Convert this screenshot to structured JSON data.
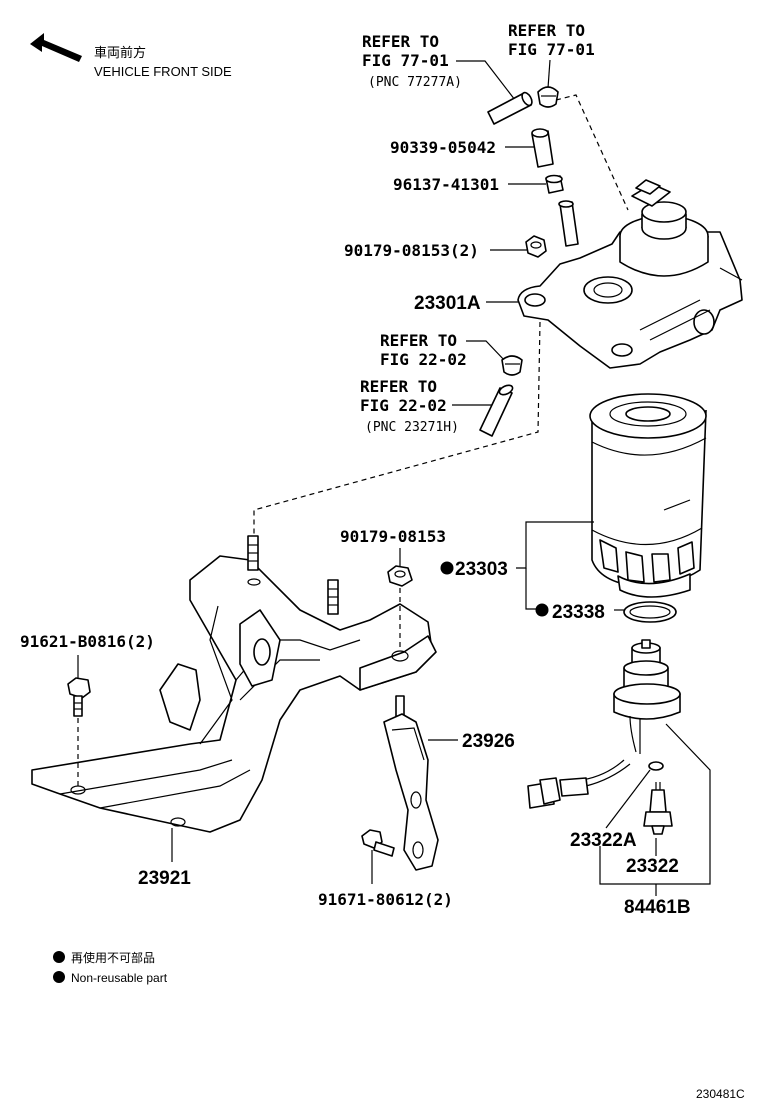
{
  "orientation": {
    "label_jp": "車両前方",
    "label_en": "VEHICLE FRONT SIDE"
  },
  "refs": {
    "ref1_line1": "REFER TO",
    "ref1_line2": "FIG 77-01",
    "ref1_line3": "(PNC 77277A)",
    "ref2_line1": "REFER TO",
    "ref2_line2": "FIG 77-01",
    "ref3_line1": "REFER TO",
    "ref3_line2": "FIG 22-02",
    "ref4_line1": "REFER TO",
    "ref4_line2": "FIG 22-02",
    "ref4_line3": "(PNC 23271H)"
  },
  "parts": {
    "p90339": "90339-05042",
    "p96137": "96137-41301",
    "p90179a": "90179-08153(2)",
    "p23301a": "23301A",
    "p90179b": "90179-08153",
    "p23303": "23303",
    "p23338": "23338",
    "p91621": "91621-B0816(2)",
    "p23926": "23926",
    "p23921": "23921",
    "p91671": "91671-80612(2)",
    "p23322a": "23322A",
    "p23322": "23322",
    "p84461b": "84461B"
  },
  "legend": {
    "jp": "再使用不可部品",
    "en": "Non-reusable part"
  },
  "figure_code": "230481C"
}
